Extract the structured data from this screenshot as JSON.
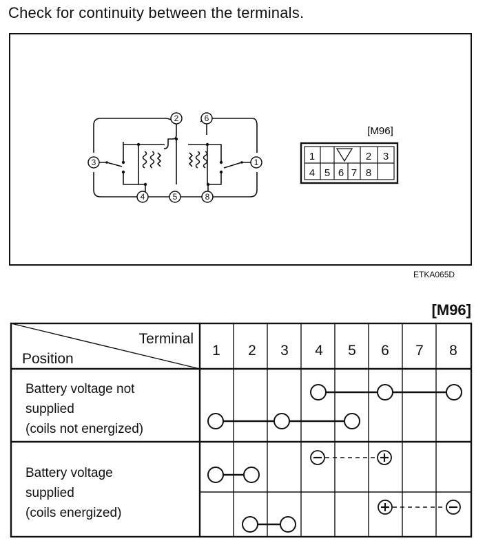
{
  "heading": "Check for continuity between the terminals.",
  "figure": {
    "connector_label": "[M96]",
    "pin_top_row": [
      "1",
      "2",
      "3"
    ],
    "pin_bottom_row": [
      "4",
      "5",
      "6",
      "7",
      "8"
    ],
    "terminal_labels": [
      "1",
      "2",
      "3",
      "4",
      "5",
      "6",
      "8"
    ],
    "code": "ETKA065D"
  },
  "table": {
    "tag": "[M96]",
    "header_terminal": "Terminal",
    "header_position": "Position",
    "terminals": [
      "1",
      "2",
      "3",
      "4",
      "5",
      "6",
      "7",
      "8"
    ],
    "rows": [
      {
        "label_lines": [
          "Battery voltage not",
          "supplied",
          "(coils not energized)"
        ],
        "continuity": [
          {
            "terminals": [
              "4",
              "6",
              "8"
            ],
            "line": "solid"
          },
          {
            "terminals": [
              "1",
              "3",
              "5"
            ],
            "line": "solid"
          }
        ]
      },
      {
        "label_lines": [
          "Battery voltage",
          "supplied",
          "(coils energized)"
        ],
        "sub_rows": [
          {
            "continuity": [
              {
                "terminals": [
                  "4",
                  "6"
                ],
                "line": "dashed",
                "polarity": [
                  "-",
                  "+"
                ]
              },
              {
                "terminals": [
                  "1",
                  "2"
                ],
                "line": "solid"
              }
            ]
          },
          {
            "continuity": [
              {
                "terminals": [
                  "6",
                  "8"
                ],
                "line": "dashed",
                "polarity": [
                  "+",
                  "-"
                ]
              },
              {
                "terminals": [
                  "2",
                  "3"
                ],
                "line": "solid"
              }
            ]
          }
        ]
      }
    ]
  }
}
